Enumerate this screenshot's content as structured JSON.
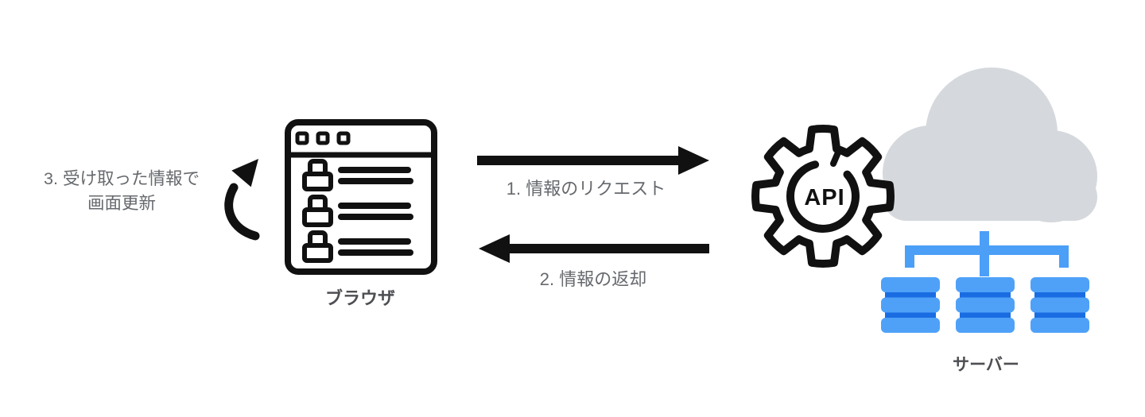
{
  "diagram": {
    "left_note": {
      "line1": "3. 受け取った情報で",
      "line2": "画面更新"
    },
    "browser": {
      "label": "ブラウザ"
    },
    "arrows": {
      "request": {
        "label": "1. 情報のリクエスト"
      },
      "response": {
        "label": "2. 情報の返却"
      }
    },
    "server": {
      "label": "サーバー",
      "gear_text": "API"
    },
    "colors": {
      "icon_black": "#111111",
      "label_gray": "#66696d",
      "node_label_gray": "#4d4f52",
      "cloud_gray": "#d5d8dc",
      "db_light_blue": "#4fa1f8",
      "db_dark_blue": "#1a6ce2",
      "connector_blue": "#4c9ff7",
      "background": "#ffffff"
    }
  }
}
